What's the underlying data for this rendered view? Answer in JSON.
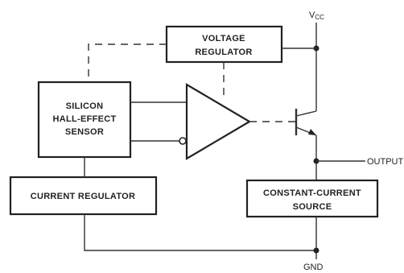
{
  "blocks": {
    "voltage_regulator": {
      "line1": "VOLTAGE",
      "line2": "REGULATOR"
    },
    "hall_sensor": {
      "line1": "SILICON",
      "line2": "HALL-EFFECT",
      "line3": "SENSOR"
    },
    "current_regulator": {
      "label": "CURRENT REGULATOR"
    },
    "constant_current_source": {
      "line1": "CONSTANT-CURRENT",
      "line2": "SOURCE"
    }
  },
  "terminals": {
    "vcc_main": "V",
    "vcc_sub": "CC",
    "output": "OUTPUT",
    "gnd": "GND"
  },
  "colors": {
    "ink": "#222222",
    "paper": "#ffffff"
  }
}
